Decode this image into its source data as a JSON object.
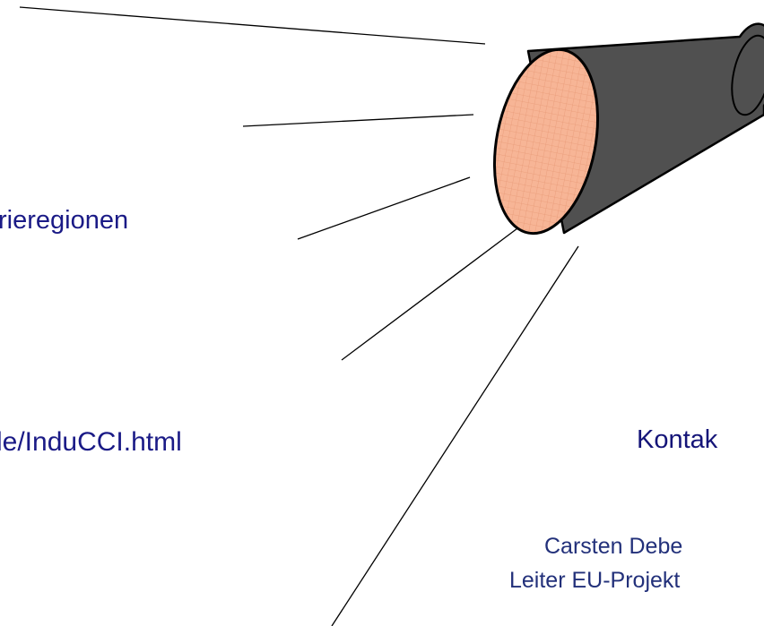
{
  "texts": {
    "regions_fragment": "rieregionen",
    "url_fragment": "le/InduCCI.html",
    "contact_fragment": "Kontak",
    "name_fragment": "Carsten Debe",
    "role_fragment": "Leiter EU-Projekt"
  },
  "colors": {
    "text_dark_blue": "#1a1a86",
    "text_mid_blue": "#22307a",
    "megaphone_body": "#505050",
    "megaphone_mouth": "#f7b596",
    "mouth_grid": "#e89a78",
    "outline": "#000000"
  },
  "icons": {
    "megaphone": "megaphone-icon"
  }
}
